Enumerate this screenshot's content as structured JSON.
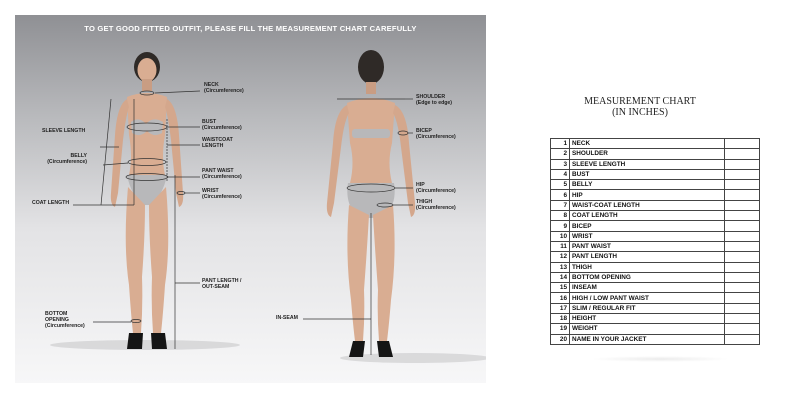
{
  "headline": "TO GET GOOD FITTED OUTFIT, PLEASE FILL THE MEASUREMENT CHART CAREFULLY",
  "labels": {
    "neck": [
      "NECK",
      "(Circumference)"
    ],
    "sleeve": [
      "SLEEVE LENGTH"
    ],
    "bust": [
      "BUST",
      "(Circumference)"
    ],
    "waistcoat": [
      "WAISTCOAT",
      "LENGTH"
    ],
    "belly": [
      "BELLY",
      "(Circumference)"
    ],
    "pant_waist": [
      "PANT WAIST",
      "(Circumference)"
    ],
    "wrist": [
      "WRIST",
      "(Circumference)"
    ],
    "coat_length": [
      "COAT LENGTH"
    ],
    "pant_length": [
      "PANT LENGTH /",
      "OUT-SEAM"
    ],
    "bottom_opening": [
      "BOTTOM",
      "OPENING",
      "(Circumference)"
    ],
    "shoulder": [
      "SHOULDER",
      "(Edge to edge)"
    ],
    "bicep": [
      "BICEP",
      "(Circumference)"
    ],
    "hip": [
      "HIP",
      "(Circumference)"
    ],
    "thigh": [
      "THIGH",
      "(Circumference)"
    ],
    "inseam": [
      "IN-SEAM"
    ]
  },
  "chart": {
    "title_line1": "MEASUREMENT CHART",
    "title_line2": "(IN INCHES)",
    "rows": [
      {
        "n": "1",
        "name": "NECK",
        "value": ""
      },
      {
        "n": "2",
        "name": "SHOULDER",
        "value": ""
      },
      {
        "n": "3",
        "name": "SLEEVE LENGTH",
        "value": ""
      },
      {
        "n": "4",
        "name": "BUST",
        "value": ""
      },
      {
        "n": "5",
        "name": "BELLY",
        "value": ""
      },
      {
        "n": "6",
        "name": "HIP",
        "value": ""
      },
      {
        "n": "7",
        "name": "WAIST-COAT LENGTH",
        "value": ""
      },
      {
        "n": "8",
        "name": "COAT LENGTH",
        "value": ""
      },
      {
        "n": "9",
        "name": "BICEP",
        "value": ""
      },
      {
        "n": "10",
        "name": "WRIST",
        "value": ""
      },
      {
        "n": "11",
        "name": "PANT WAIST",
        "value": ""
      },
      {
        "n": "12",
        "name": "PANT LENGTH",
        "value": ""
      },
      {
        "n": "13",
        "name": "THIGH",
        "value": ""
      },
      {
        "n": "14",
        "name": "BOTTOM OPENING",
        "value": ""
      },
      {
        "n": "15",
        "name": "INSEAM",
        "value": ""
      },
      {
        "n": "16",
        "name": "HIGH / LOW PANT WAIST",
        "value": ""
      },
      {
        "n": "17",
        "name": "SLIM / REGULAR FIT",
        "value": ""
      },
      {
        "n": "18",
        "name": "HEIGHT",
        "value": ""
      },
      {
        "n": "19",
        "name": "WEIGHT",
        "value": ""
      },
      {
        "n": "20",
        "name": "NAME IN YOUR JACKET",
        "value": ""
      }
    ]
  },
  "colors": {
    "skin": "#d9ad92",
    "underwear": "#b8b8ba",
    "hair": "#2f2a27",
    "shoes": "#151515",
    "guide_line": "#333333"
  }
}
